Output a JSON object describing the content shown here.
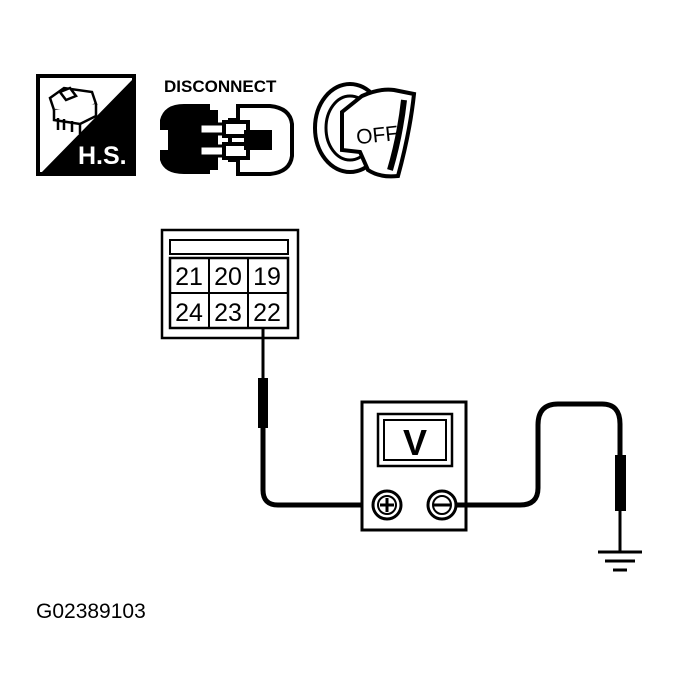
{
  "icons": {
    "hs_label": "H.S.",
    "disconnect_label": "DISCONNECT",
    "ignition_label": "OFF"
  },
  "connector": {
    "pins_top": [
      "21",
      "20",
      "19"
    ],
    "pins_bottom": [
      "24",
      "23",
      "22"
    ]
  },
  "meter": {
    "display": "V"
  },
  "figure_code": "G02389103"
}
